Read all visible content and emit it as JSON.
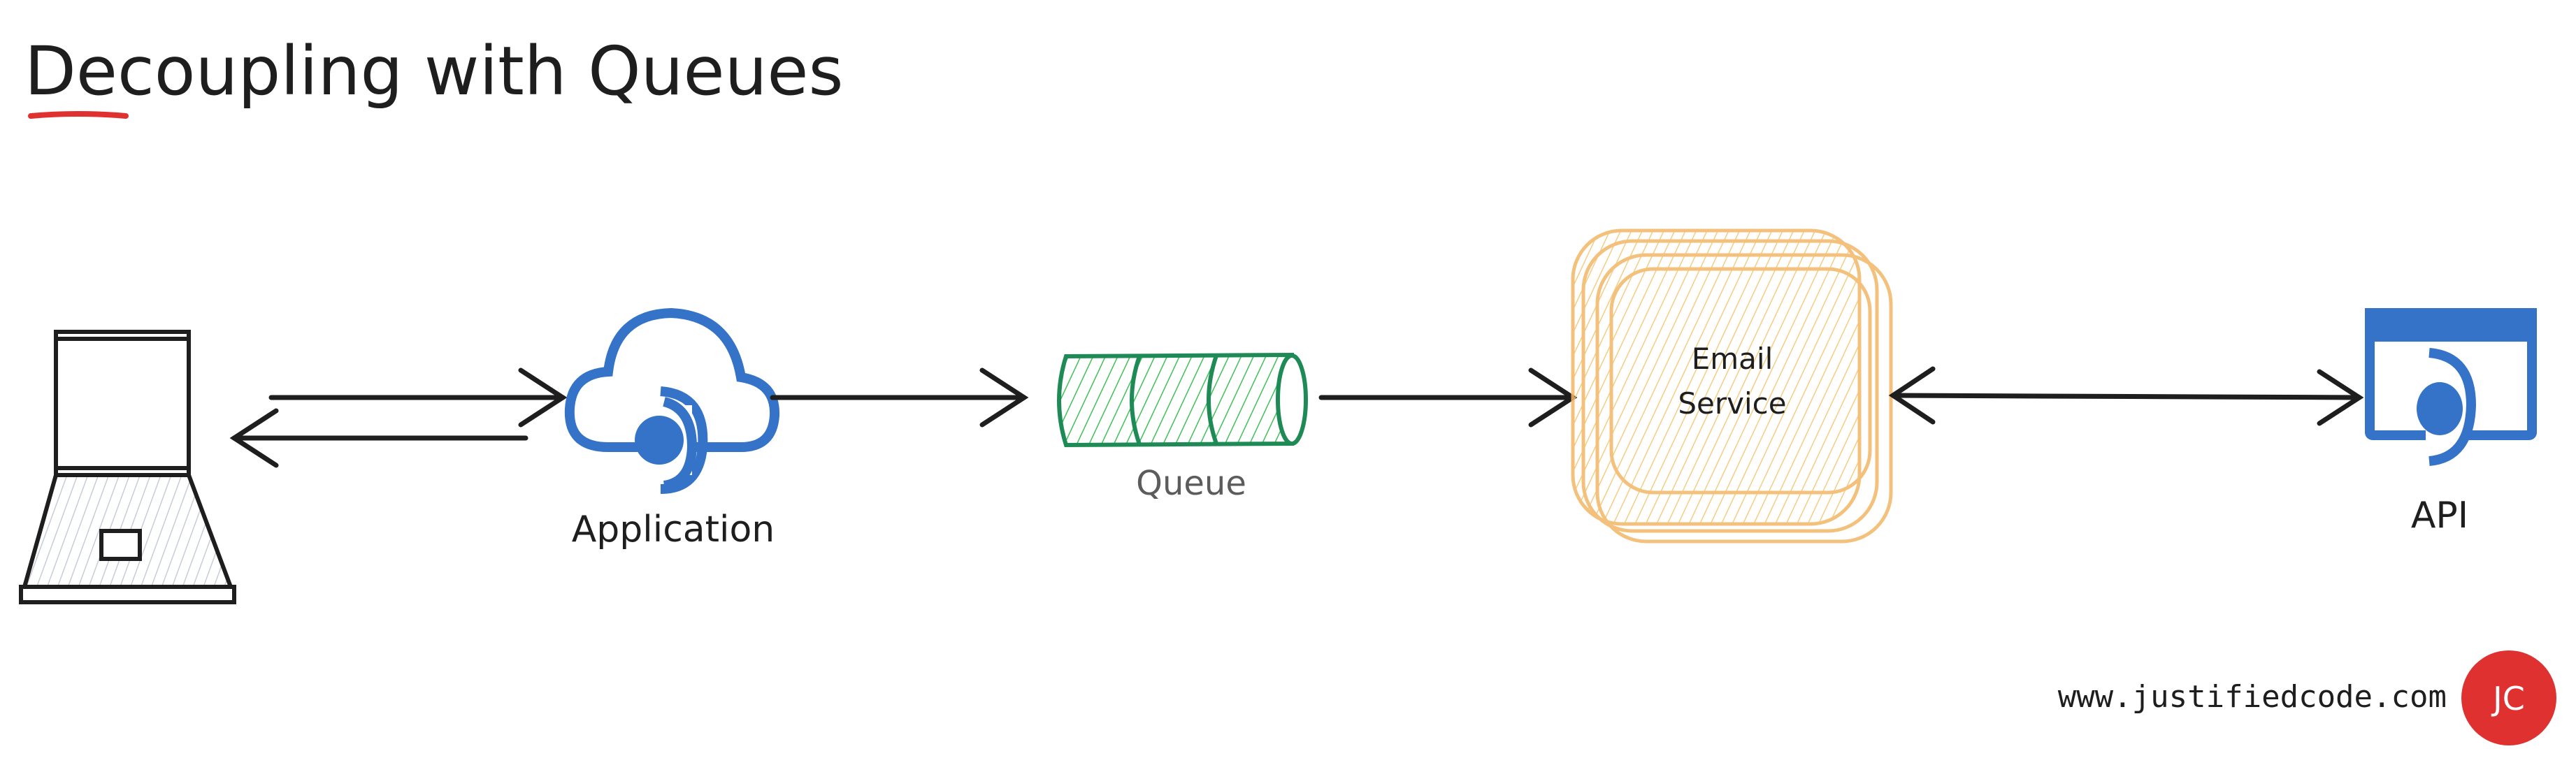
{
  "title": "Decoupling with Queues",
  "nodes": {
    "client": {
      "icon": "laptop-icon"
    },
    "application": {
      "label": "Application",
      "icon": "cloud-app-icon"
    },
    "queue": {
      "label": "Queue",
      "icon": "queue-cylinder-icon"
    },
    "email_service": {
      "label_line1": "Email",
      "label_line2": "Service"
    },
    "api": {
      "label": "API",
      "icon": "api-window-icon"
    }
  },
  "footer": {
    "url": "www.justifiedcode.com",
    "logo_initials": "JC"
  },
  "colors": {
    "accent_blue": "#3473c8",
    "queue_green": "#1e8a55",
    "email_orange": "#f2b766",
    "logo_red": "#e03131",
    "underline_red": "#e03131",
    "ink": "#1e1e1e"
  }
}
